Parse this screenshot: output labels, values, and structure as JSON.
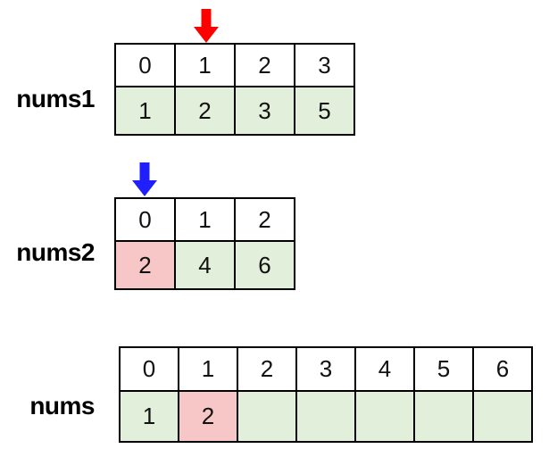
{
  "colors": {
    "cell_green": "#e2efda",
    "cell_pink": "#f7c6c6",
    "cell_white": "#ffffff",
    "red_arrow": "#fe0000",
    "blue_arrow": "#2020fe",
    "border": "#000000",
    "background": "#ffffff"
  },
  "nums1": {
    "label": "nums1",
    "indices": [
      "0",
      "1",
      "2",
      "3"
    ],
    "values": [
      "1",
      "2",
      "3",
      "5"
    ],
    "fills": [
      "#e2efda",
      "#e2efda",
      "#e2efda",
      "#e2efda"
    ],
    "pointer": {
      "icon": "down-arrow-icon",
      "color": "#fe0000",
      "points_to_index": "1"
    }
  },
  "nums2": {
    "label": "nums2",
    "indices": [
      "0",
      "1",
      "2"
    ],
    "values": [
      "2",
      "4",
      "6"
    ],
    "fills": [
      "#f7c6c6",
      "#e2efda",
      "#e2efda"
    ],
    "pointer": {
      "icon": "down-arrow-icon",
      "color": "#2020fe",
      "points_to_index": "0"
    }
  },
  "nums": {
    "label": "nums",
    "indices": [
      "0",
      "1",
      "2",
      "3",
      "4",
      "5",
      "6"
    ],
    "values": [
      "1",
      "2",
      "",
      "",
      "",
      "",
      ""
    ],
    "fills": [
      "#e2efda",
      "#f7c6c6",
      "#e2efda",
      "#e2efda",
      "#e2efda",
      "#e2efda",
      "#e2efda"
    ],
    "pointer": null
  }
}
